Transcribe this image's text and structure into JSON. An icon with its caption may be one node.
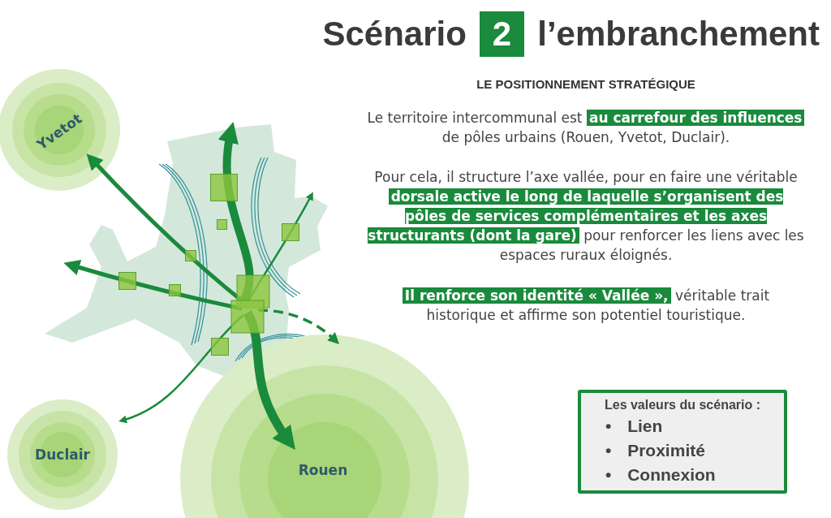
{
  "diagram": {
    "title": "Scénario 2 l’embranchement",
    "nodes": [
      {
        "text": [
          "Yvetot"
        ]
      },
      {
        "text": [],
        "shape": "box"
      },
      {
        "text": [
          "Duclair"
        ]
      },
      {
        "text": [
          "Rouen"
        ]
      },
      {
        "text": [
          "Les valeurs du scénario :",
          "• Lien",
          "• Proximité",
          "• Connexion"
        ]
      },
      {
        "text": [],
        "shape": "box"
      },
      {
        "text": [],
        "shape": "box"
      },
      {
        "text": [],
        "shape": "box"
      },
      {
        "text": [],
        "shape": "box"
      },
      {
        "text": [],
        "shape": "box"
      },
      {
        "text": [],
        "shape": "box"
      },
      {
        "text": [],
        "shape": "box"
      }
    ],
    "edges": [
      {
        "from": 1,
        "to": 0,
        "arrow": "to"
      },
      {
        "from": 1,
        "to": null,
        "arrow": "to"
      },
      {
        "from": 1,
        "to": null,
        "arrow": "to",
        "style": "thick"
      },
      {
        "from": 1,
        "to": null,
        "arrow": "to"
      },
      {
        "from": 1,
        "to": 2,
        "arrow": "to"
      },
      {
        "from": 1,
        "to": 3,
        "arrow": "to",
        "style": "thick"
      },
      {
        "from": 1,
        "to": 3,
        "arrow": "to",
        "style": "dashed"
      }
    ],
    "labels": [
      "LE POSITIONNEMENT STRATÉGIQUE",
      "Le territoire intercommunal est **au carrefour des influences** de pôles urbains (Rouen, Yvetot, Duclair).",
      "Pour cela, il structure l’axe vallée, pour en faire une véritable **dorsale active le long de laquelle s’organisent des pôles de services complémentaires et les axes structurants (dont la gare)** pour renforcer les liens avec les espaces ruraux éloignés.",
      "**Il renforce son identité « Vallée »,** véritable trait historique et affirme son potentiel touristique."
    ]
  }
}
